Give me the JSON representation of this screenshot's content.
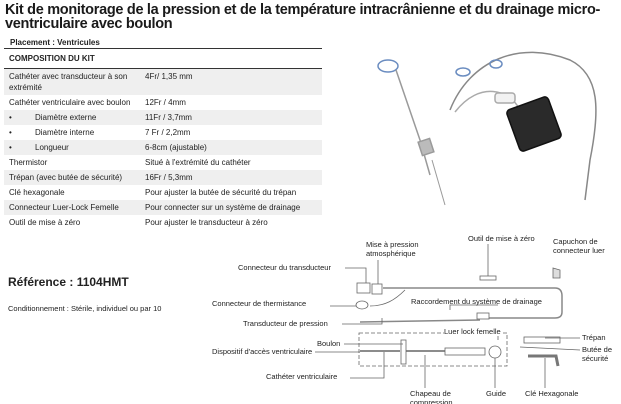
{
  "title": "Kit de monitorage de la pression et de la température intracrânienne et du drainage micro-ventriculaire avec boulon",
  "placement": "Placement : Ventricules",
  "table": {
    "header": "COMPOSITION DU KIT",
    "rows": [
      {
        "label": "Cathéter avec transducteur à son extrémité",
        "value": "4Fr/ 1,35 mm",
        "bullet": false
      },
      {
        "label": "Cathéter ventriculaire avec boulon",
        "value": "12Fr / 4mm",
        "bullet": false
      },
      {
        "label": "Diamètre externe",
        "value": "11Fr / 3,7mm",
        "bullet": true
      },
      {
        "label": "Diamètre interne",
        "value": "7 Fr / 2,2mm",
        "bullet": true
      },
      {
        "label": "Longueur",
        "value": "6-8cm (ajustable)",
        "bullet": true
      },
      {
        "label": "Thermistor",
        "value": "Situé à l'extrémité du cathéter",
        "bullet": false
      },
      {
        "label": "Trépan (avec butée de sécurité)",
        "value": "16Fr / 5,3mm",
        "bullet": false
      },
      {
        "label": "Clé hexagonale",
        "value": "Pour ajuster la butée de sécurité du trépan",
        "bullet": false
      },
      {
        "label": "Connecteur Luer-Lock Femelle",
        "value": "Pour connecter sur un système de drainage",
        "bullet": false
      },
      {
        "label": "Outil de mise à zéro",
        "value": "Pour ajuster le transducteur à zéro",
        "bullet": false
      }
    ]
  },
  "reference": "Référence : 1104HMT",
  "conditionnement": "Conditionnement : Stérile, individuel ou par 10",
  "diagram": {
    "outil": "Outil de mise à zéro",
    "capuchon": "Capuchon de connecteur luer",
    "mise_pression": "Mise à pression atmosphérique",
    "connecteur_transducteur": "Connecteur du transducteur",
    "connecteur_thermistance": "Connecteur de thermistance",
    "raccordement": "Raccordement du système de drainage",
    "transducteur": "Transducteur de pression",
    "luer": "Luer lock femelle",
    "trepan": "Trépan",
    "boulon": "Boulon",
    "dispositif": "Dispositif d'accès ventriculaire",
    "butee": "Butée de sécurité",
    "catheter": "Cathéter ventriculaire",
    "chapeau": "Chapeau de compression",
    "guide": "Guide",
    "cle": "Clé Hexagonale"
  }
}
